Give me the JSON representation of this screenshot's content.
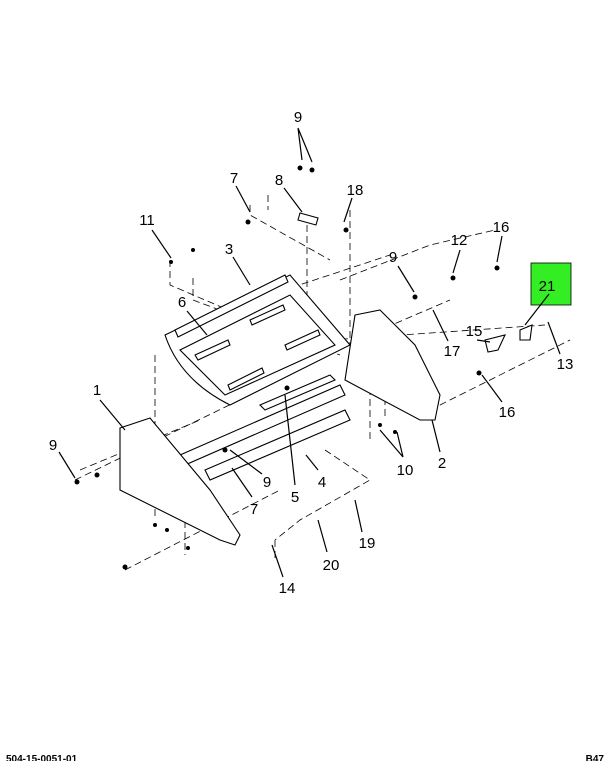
{
  "diagram": {
    "callouts": [
      {
        "id": "c9a",
        "label": "9"
      },
      {
        "id": "c7a",
        "label": "7"
      },
      {
        "id": "c8",
        "label": "8"
      },
      {
        "id": "c18",
        "label": "18"
      },
      {
        "id": "c11",
        "label": "11"
      },
      {
        "id": "c3",
        "label": "3"
      },
      {
        "id": "c12",
        "label": "12"
      },
      {
        "id": "c16a",
        "label": "16"
      },
      {
        "id": "c9b",
        "label": "9"
      },
      {
        "id": "c21",
        "label": "21"
      },
      {
        "id": "c6",
        "label": "6"
      },
      {
        "id": "c15",
        "label": "15"
      },
      {
        "id": "c17",
        "label": "17"
      },
      {
        "id": "c13",
        "label": "13"
      },
      {
        "id": "c1",
        "label": "1"
      },
      {
        "id": "c16b",
        "label": "16"
      },
      {
        "id": "c9c",
        "label": "9"
      },
      {
        "id": "c2",
        "label": "2"
      },
      {
        "id": "c10",
        "label": "10"
      },
      {
        "id": "c9d",
        "label": "9"
      },
      {
        "id": "c4",
        "label": "4"
      },
      {
        "id": "c5",
        "label": "5"
      },
      {
        "id": "c7b",
        "label": "7"
      },
      {
        "id": "c19",
        "label": "19"
      },
      {
        "id": "c20",
        "label": "20"
      },
      {
        "id": "c14",
        "label": "14"
      }
    ],
    "highlight_color": "#33ee22",
    "highlighted_callout": "21"
  },
  "footer": {
    "left_code": "504-15-0051-01",
    "right_code": "B47"
  }
}
